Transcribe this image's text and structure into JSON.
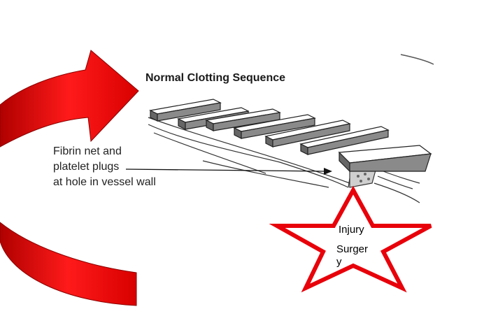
{
  "diagram": {
    "title": "Normal Clotting Sequence",
    "caption_lines": [
      "Fibrin net and",
      "platelet plugs",
      "at hole in vessel wall"
    ],
    "star_labels": [
      "Injury",
      "Surger",
      "y"
    ],
    "colors": {
      "arrow": "#e8000a",
      "star_outline": "#e8000a",
      "step_fill": "#8a8a8a"
    },
    "icons": [
      "curved-arrow-icon",
      "star-icon"
    ]
  }
}
